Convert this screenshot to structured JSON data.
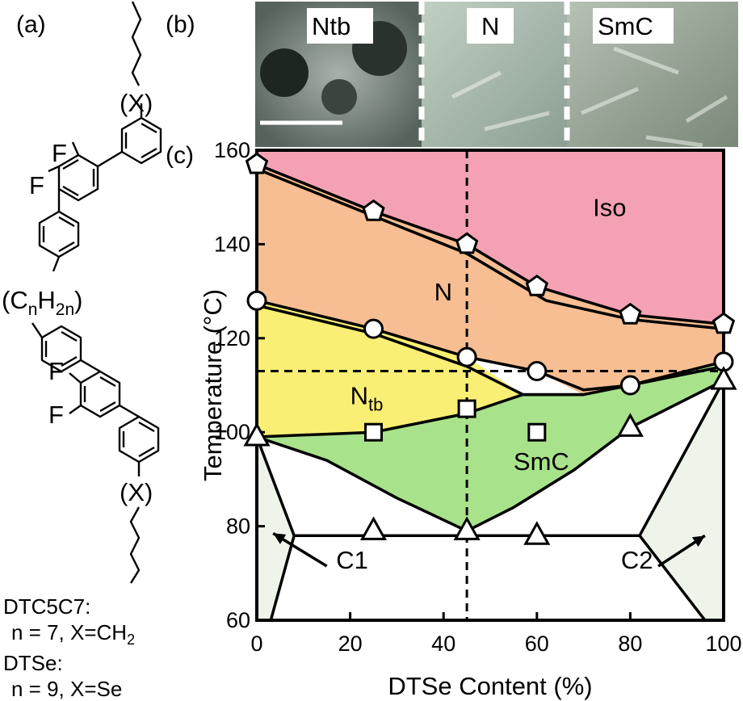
{
  "panels": {
    "a": {
      "label": "(a)"
    },
    "b": {
      "label": "(b)",
      "textures": [
        "Ntb",
        "N",
        "SmC"
      ]
    },
    "c": {
      "label": "(c)"
    }
  },
  "molecule": {
    "atoms": {
      "x_top": "(X)",
      "x_bottom": "(X)",
      "f1": "F",
      "f2": "F",
      "f3": "F",
      "f4": "F",
      "spacer_main": "(C",
      "spacer_n1": "n",
      "spacer_h": "H",
      "spacer_n2": "2n",
      "spacer_close": ")"
    },
    "compounds": [
      {
        "name": "DTC5C7:",
        "formula": "n = 7, X=CH",
        "sub": "2"
      },
      {
        "name": "DTSe:",
        "formula": "n = 9, X=Se",
        "sub": ""
      }
    ]
  },
  "colors": {
    "iso": "#f4a2b3",
    "nematic": "#f6be92",
    "ntb": "#f9ef74",
    "smc": "#a8e38b",
    "crystal": "#eef4ea"
  },
  "chart_data": {
    "type": "scatter",
    "xlabel": "DTSe Content (%)",
    "ylabel": "Temperature (°C)",
    "xlim": [
      0,
      100
    ],
    "ylim": [
      60,
      160
    ],
    "xticks": [
      0,
      20,
      40,
      60,
      80,
      100
    ],
    "yticks": [
      60,
      80,
      100,
      120,
      140,
      160
    ],
    "phase_labels": [
      {
        "text": "Iso",
        "sub": "",
        "x": 72,
        "y": 146
      },
      {
        "text": "N",
        "sub": "",
        "x": 38,
        "y": 128
      },
      {
        "text": "N",
        "sub": "tb",
        "x": 20,
        "y": 106
      },
      {
        "text": "SmC",
        "sub": "",
        "x": 55,
        "y": 92
      },
      {
        "text": "C1",
        "sub": "",
        "x": 17,
        "y": 71
      },
      {
        "text": "C2",
        "sub": "",
        "x": 78,
        "y": 71
      }
    ],
    "series": [
      {
        "marker": "pentagon",
        "x": [
          0,
          25,
          45,
          60,
          80,
          100
        ],
        "y": [
          157,
          147,
          140,
          131,
          125,
          123
        ]
      },
      {
        "marker": "circle",
        "x": [
          0,
          25,
          45,
          60,
          80,
          100
        ],
        "y": [
          128,
          122,
          116,
          113,
          110,
          115
        ]
      },
      {
        "marker": "square",
        "x": [
          25,
          45,
          60
        ],
        "y": [
          100,
          105,
          100
        ]
      },
      {
        "marker": "triangle",
        "x": [
          0,
          25,
          45,
          60,
          80,
          100
        ],
        "y": [
          99,
          79,
          79,
          78,
          101,
          111
        ]
      }
    ],
    "reference_lines": {
      "vertical_x": 45,
      "horizontal_y": 113
    }
  }
}
